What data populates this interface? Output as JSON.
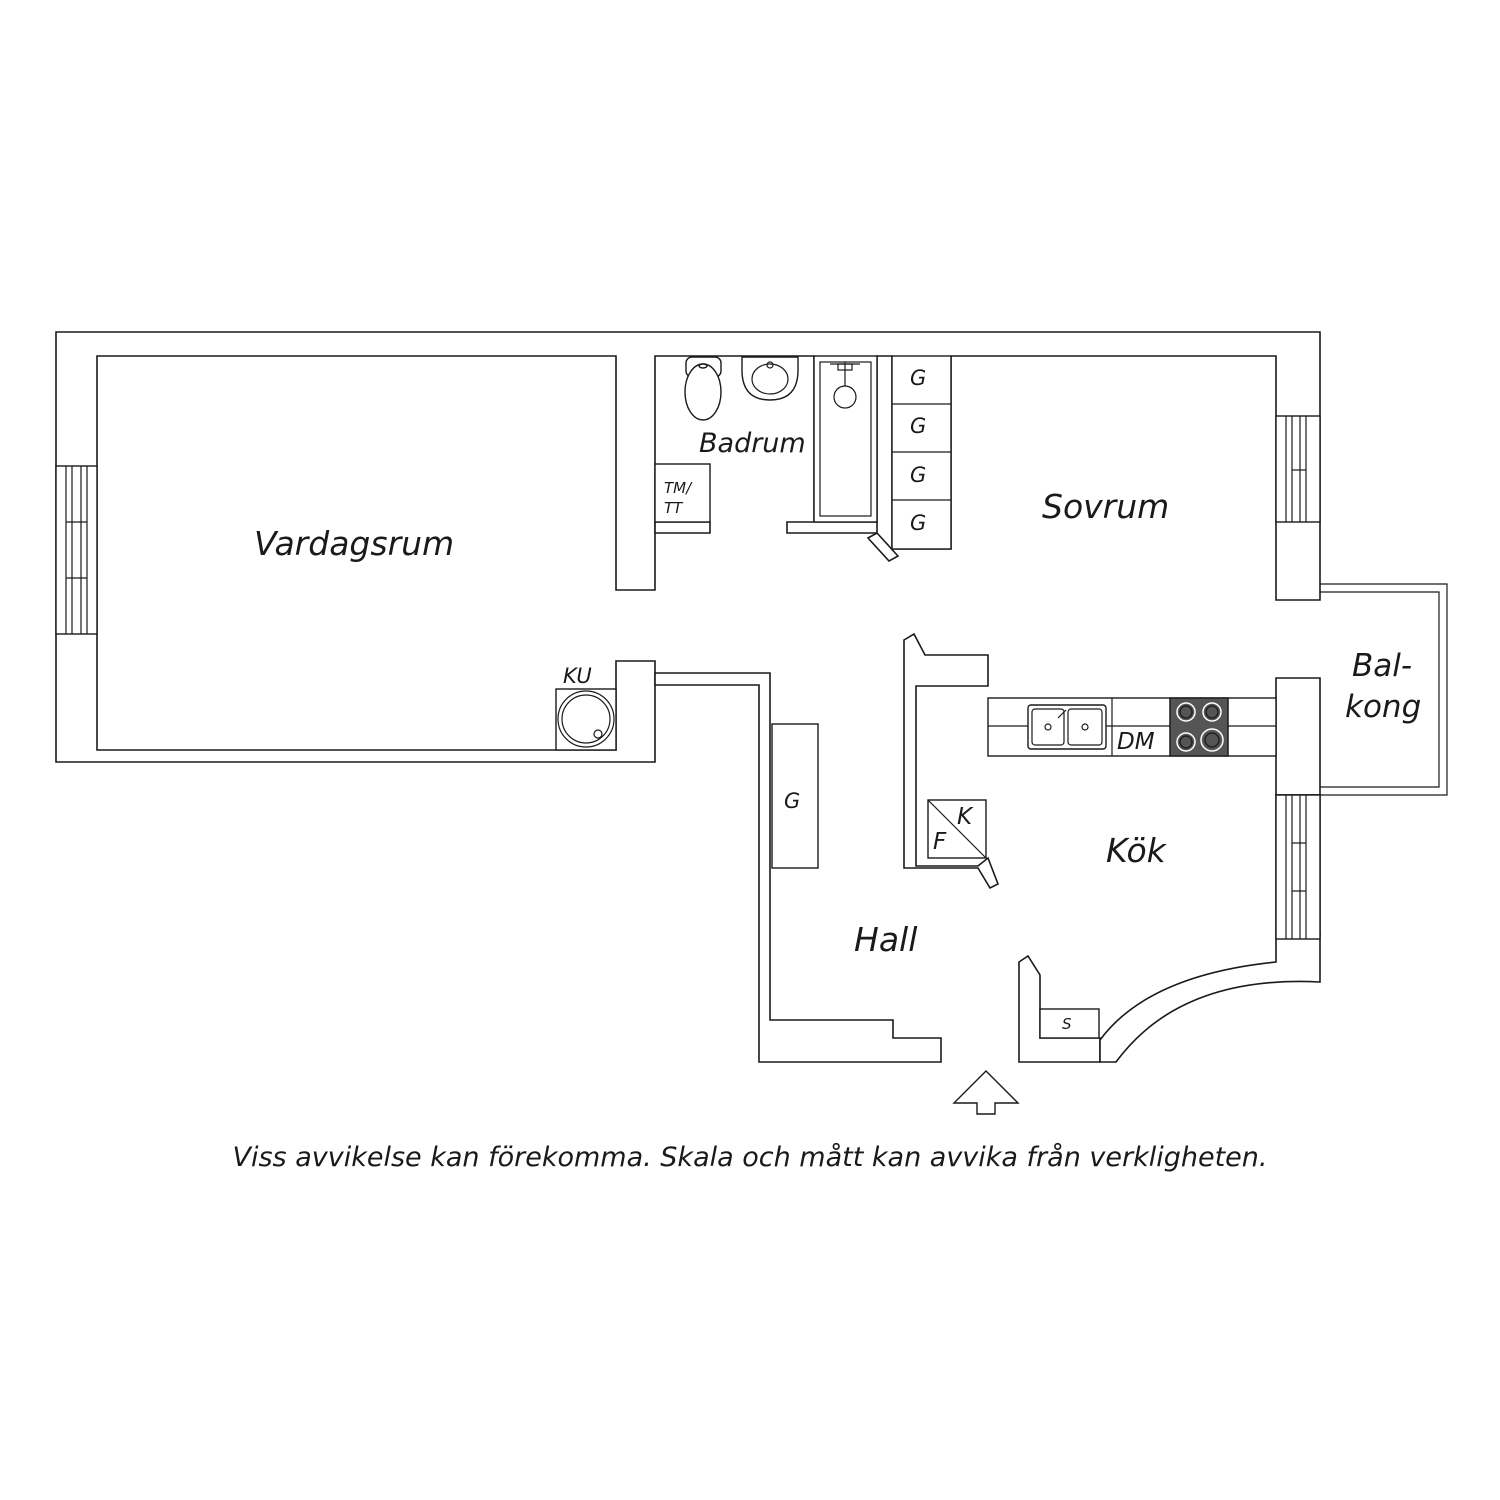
{
  "rooms": {
    "living_room": "Vardagsrum",
    "bathroom": "Badrum",
    "bedroom": "Sovrum",
    "balcony_line1": "Bal-",
    "balcony_line2": "kong",
    "kitchen": "Kök",
    "hall": "Hall"
  },
  "fixtures": {
    "wardrobe": "G",
    "washer_line1": "TM/",
    "washer_line2": "TT",
    "stove_unit": "KU",
    "dishwasher": "DM",
    "fridge": "K",
    "freezer": "F",
    "shoe_cabinet": "S"
  },
  "disclaimer": "Viss avvikelse kan förekomma. Skala och mått kan avvika från verkligheten.",
  "colors": {
    "line": "#1a1a1a",
    "stove_panel": "#555555"
  }
}
